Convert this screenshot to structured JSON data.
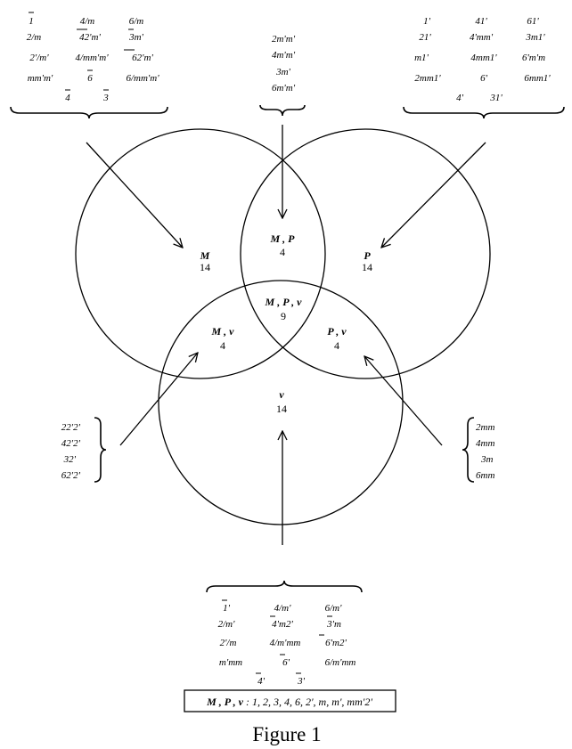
{
  "regions": {
    "m": {
      "label": "M",
      "count": "14"
    },
    "p": {
      "label": "P",
      "count": "14"
    },
    "v": {
      "label": "v",
      "count": "14"
    },
    "mp": {
      "label": "M , P",
      "count": "4"
    },
    "mv": {
      "label": "M , v",
      "count": "4"
    },
    "pv": {
      "label": "P , v",
      "count": "4"
    },
    "mpv": {
      "label": "M , P , v",
      "count": "9"
    }
  },
  "groups": {
    "top_left": [
      "1",
      "4/m",
      "6/m",
      "2/m",
      "42'm'",
      "3m'",
      "2'/m'",
      "4/mm'm'",
      "62'm'",
      "mm'm'",
      "6",
      "6/mm'm'",
      "4",
      "3"
    ],
    "top_middle": [
      "2m'm'",
      "4m'm'",
      "3m'",
      "6m'm'"
    ],
    "top_right": [
      "1'",
      "41'",
      "61'",
      "21'",
      "4'mm'",
      "3m1'",
      "m1'",
      "4mm1'",
      "6'm'm",
      "2mm1'",
      "6'",
      "6mm1'",
      "4'",
      "31'"
    ],
    "left": [
      "22'2'",
      "42'2'",
      "32'",
      "62'2'"
    ],
    "right": [
      "2mm",
      "4mm",
      "3m",
      "6mm"
    ],
    "bottom": [
      "1'",
      "4/m'",
      "6/m'",
      "2/m'",
      "4'm2'",
      "3'm",
      "2'/m",
      "4/m'mm",
      "6'm2'",
      "m'mm",
      "6'",
      "6/m'mm",
      "4'",
      "3'"
    ]
  },
  "footer_box": {
    "label": "M , P , v",
    "separator": " : ",
    "values": "1, 2, 3, 4, 6, 2', m, m', mm'2'"
  },
  "caption": "Figure 1"
}
